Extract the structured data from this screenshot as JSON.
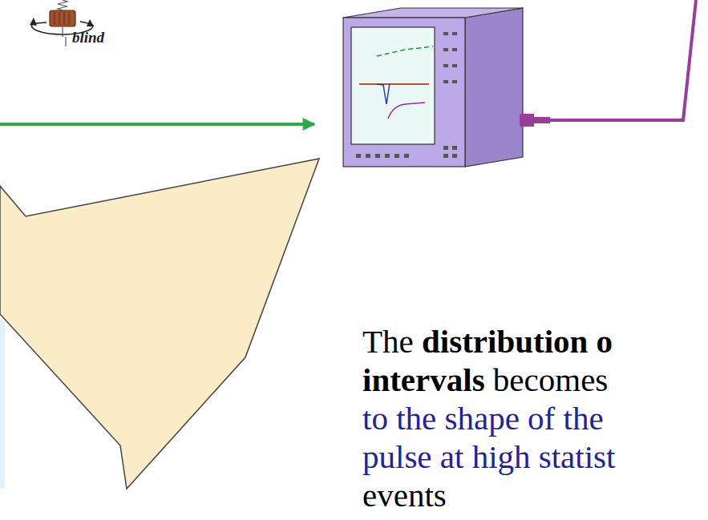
{
  "diagram": {
    "labels": [
      "blind",
      "The",
      "distribution o",
      "intervals",
      "becomes",
      "to the shape of the",
      "pulse at high statist",
      "events"
    ]
  }
}
